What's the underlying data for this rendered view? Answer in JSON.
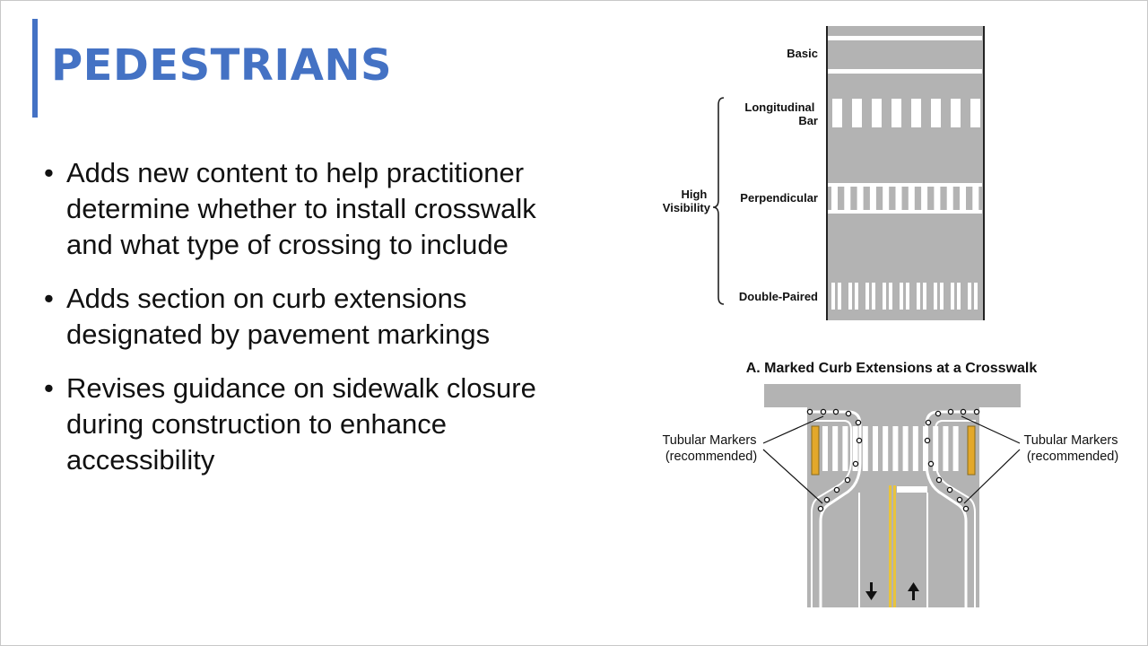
{
  "slide": {
    "title": "PEDESTRIANS",
    "accent_color": "#4472c4",
    "bullet_glyph": "•",
    "bullets": [
      "Adds new content to help practitioner determine whether to install crosswalk and what type of crossing to include",
      "Adds section on curb extensions designated by pavement markings",
      "Revises guidance on sidewalk closure during construction to enhance accessibility"
    ]
  },
  "crosswalk_figure": {
    "types": [
      {
        "label_lines": [
          "Basic"
        ]
      },
      {
        "label_lines": [
          "Longitudinal",
          "Bar"
        ]
      },
      {
        "label_lines": [
          "Perpendicular"
        ]
      },
      {
        "label_lines": [
          "Double-Paired"
        ]
      }
    ],
    "group_label_lines": [
      "High",
      "Visibility"
    ]
  },
  "curb_figure": {
    "caption": "A. Marked Curb Extensions at a Crosswalk",
    "left_marker_label_lines": [
      "Tubular Markers",
      "(recommended)"
    ],
    "right_marker_label_lines": [
      "Tubular Markers",
      "(recommended)"
    ],
    "pavement_color": "#b3b3b3",
    "centerline_color": "#e8c33c",
    "marker_color": "#e3a82b"
  }
}
